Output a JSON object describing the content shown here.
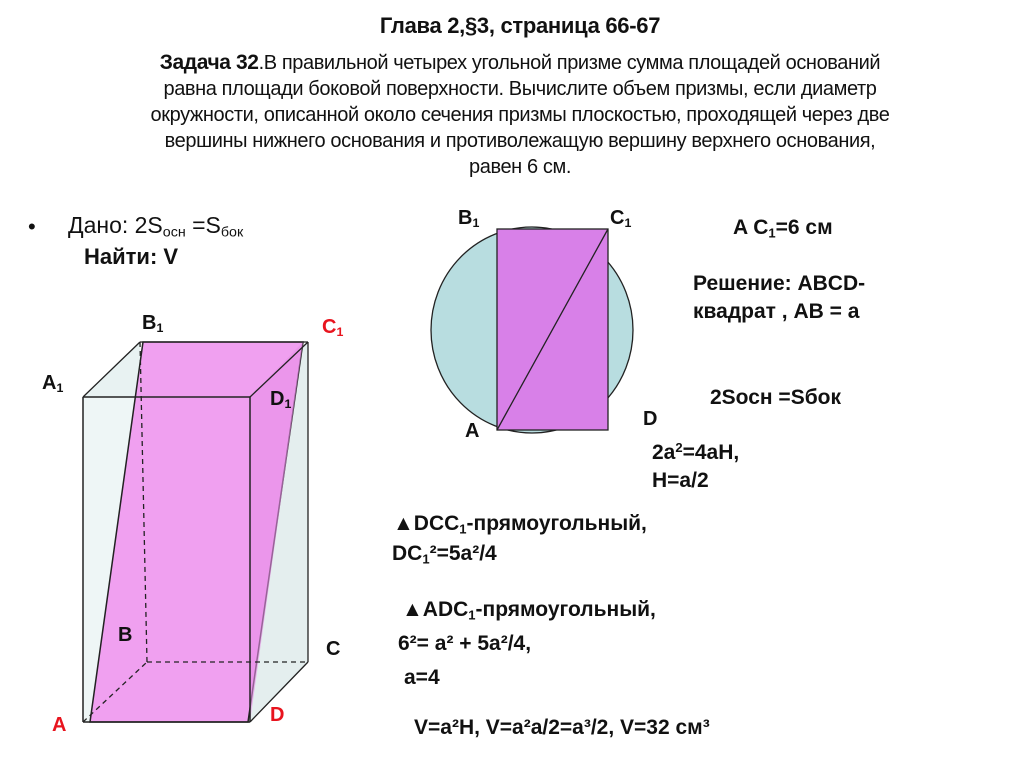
{
  "header": {
    "chapter": "Глава 2,§3, страница 66-67",
    "task_label": "Задача 32",
    "task_text_lines": [
      ".В правильной четырех угольной призме сумма площадей оснований",
      "равна площади боковой поверхности. Вычислите объем призмы, если диаметр",
      "окружности, описанной около сечения призмы плоскостью, проходящей через две",
      "вершины нижнего основания и противолежащую вершину верхнего основания,",
      "равен  6 см."
    ]
  },
  "given": {
    "bullet": "•",
    "prefix": "Дано:  2S",
    "sub1": "осн",
    "mid": " =S",
    "sub2": "бок",
    "find": "Найти: V"
  },
  "prism": {
    "labels": {
      "A": "A",
      "B": "B",
      "C": "C",
      "D": "D",
      "A1": "A",
      "B1": "B",
      "C1": "C",
      "D1": "D",
      "sub": "1"
    },
    "colors": {
      "section_fill": "#f0a0f0",
      "face_fill": "#e6f0f0",
      "edge": "#222222",
      "label_red": "#e8141e"
    }
  },
  "circle_figure": {
    "labels": {
      "A": "A",
      "D": "D",
      "B1": "B",
      "C1": "C",
      "sub": "1"
    },
    "colors": {
      "circle_fill": "#b8dde0",
      "rect_fill": "#d880e8",
      "stroke": "#222222"
    }
  },
  "solution": {
    "ac1_pre": "A C",
    "ac1_sub": "1",
    "ac1_post": "=6 см",
    "line1": "Решение: ABCD-",
    "line2": "квадрат , AB = a",
    "area_relation": "2Sосн =Sбок",
    "eq1_pre": "2a",
    "eq1_sup": "2",
    "eq1_post": "=4aH,",
    "eq2": "H=a/2",
    "tri1_pre": "▲DCC",
    "tri1_sub": "1",
    "tri1_post": "-прямоугольный,",
    "dc1_pre": "DC",
    "dc1_sub": "1",
    "dc1_post": "²=5a²/4",
    "tri2_pre": "▲ADC",
    "tri2_sub": "1",
    "tri2_post": "-прямоугольный,",
    "eq3": "6²= a² + 5a²/4,",
    "eq4": "a=4",
    "volume": "V=a²H, V=a²a/2=a³/2,  V=32 см³"
  }
}
